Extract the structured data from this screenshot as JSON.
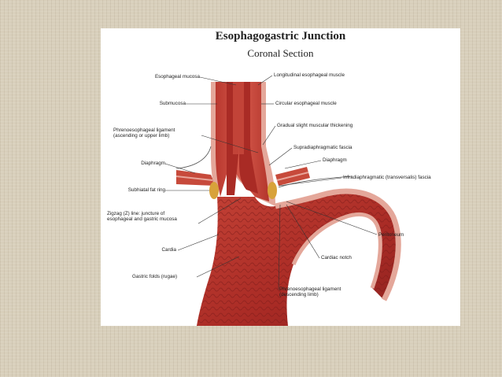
{
  "slide": {
    "title": "Esophagogastric Junction",
    "subtitle": "Coronal Section"
  },
  "labels": {
    "esophageal_mucosa": "Esophageal mucosa",
    "longitudinal_muscle": "Longitudinal esophageal muscle",
    "submucosa": "Submucosa",
    "circular_muscle": "Circular esophageal muscle",
    "phrenoesophageal_upper_1": "Phrenoesophageal ligament",
    "phrenoesophageal_upper_2": "(ascending or upper limb)",
    "gradual_thickening": "Gradual slight muscular thickening",
    "supradiaphragmatic_fascia": "Supradiaphragmatic fascia",
    "diaphragm_left": "Diaphragm",
    "diaphragm_right": "Diaphragm",
    "infradiaphragmatic_fascia": "Infradiaphragmatic (transversalis) fascia",
    "subhiatal_fat_ring": "Subhiatal fat ring",
    "zline_1": "Zigzag (Z) line: juncture of",
    "zline_2": "esophageal and gastric mucosa",
    "peritoneum": "Peritoneum",
    "cardia": "Cardia",
    "cardiac_notch": "Cardiac notch",
    "gastric_folds": "Gastric folds (rugae)",
    "phrenoesophageal_desc_1": "Phrenoesophageal ligament",
    "phrenoesophageal_desc_2": "(descending limb)"
  },
  "colors": {
    "page_background": "#d8cfbb",
    "muscle_red": "#c8453a",
    "mucosa_red": "#a92b25",
    "outer_tissue": "#e4a79a",
    "fat_yellow": "#d8a23a",
    "leader_line": "#333333"
  }
}
